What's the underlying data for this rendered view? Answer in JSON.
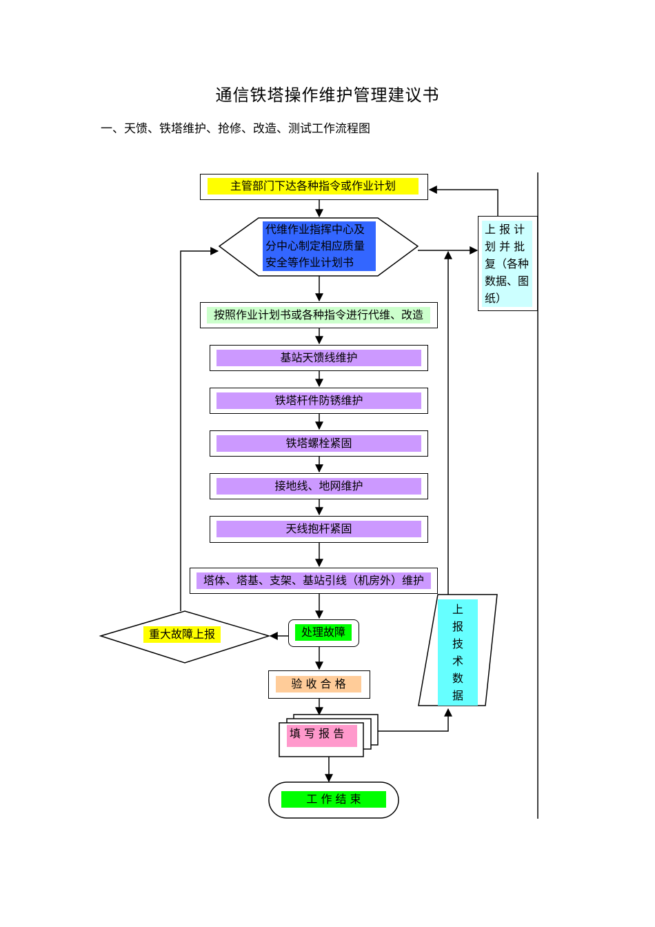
{
  "document": {
    "title": "通信铁塔操作维护管理建议书",
    "section_heading": "一、天馈、铁塔维护、抢修、改造、测试工作流程图"
  },
  "flowchart": {
    "steps": {
      "directive": "主管部门下达各种指令或作业计划",
      "plan_line1": "代维作业指挥中心及",
      "plan_line2": "分中心制定相应质量",
      "plan_line3": "安全等作业计划书",
      "execute": "按照作业计划书或各种指令进行代维、改造",
      "antenna_feeder": "基站天馈线维护",
      "rust_prevention": "铁塔杆件防锈维护",
      "bolt_fastening": "铁塔螺栓紧固",
      "grounding": "接地线、地网维护",
      "antenna_pole": "天线抱杆紧固",
      "tower_structure": "塔体、塔基、支架、基站引线（机房外）维护",
      "handle_fault": "处理故障",
      "major_fault": "重大故障上报",
      "acceptance": "验 收 合 格",
      "fill_report": "填 写 报 告",
      "end": "工 作 结 束"
    },
    "side": {
      "report_approval_line1": "上 报 计",
      "report_approval_line2": "划 并 批",
      "report_approval_line3": "复（各种",
      "report_approval_line4": "数据、图",
      "report_approval_line5": "纸）",
      "tech_data_1": "上",
      "tech_data_2": "报",
      "tech_data_3": "技",
      "tech_data_4": "术",
      "tech_data_5": "数",
      "tech_data_6": "据"
    },
    "colors": {
      "yellow": "#ffff00",
      "blue": "#3366ff",
      "light_green": "#ccffcc",
      "lavender": "#cc99ff",
      "green": "#00ff00",
      "peach": "#ffcc99",
      "pink": "#ff99cc",
      "cyan": "#ccffff",
      "aqua": "#66ffff"
    }
  }
}
